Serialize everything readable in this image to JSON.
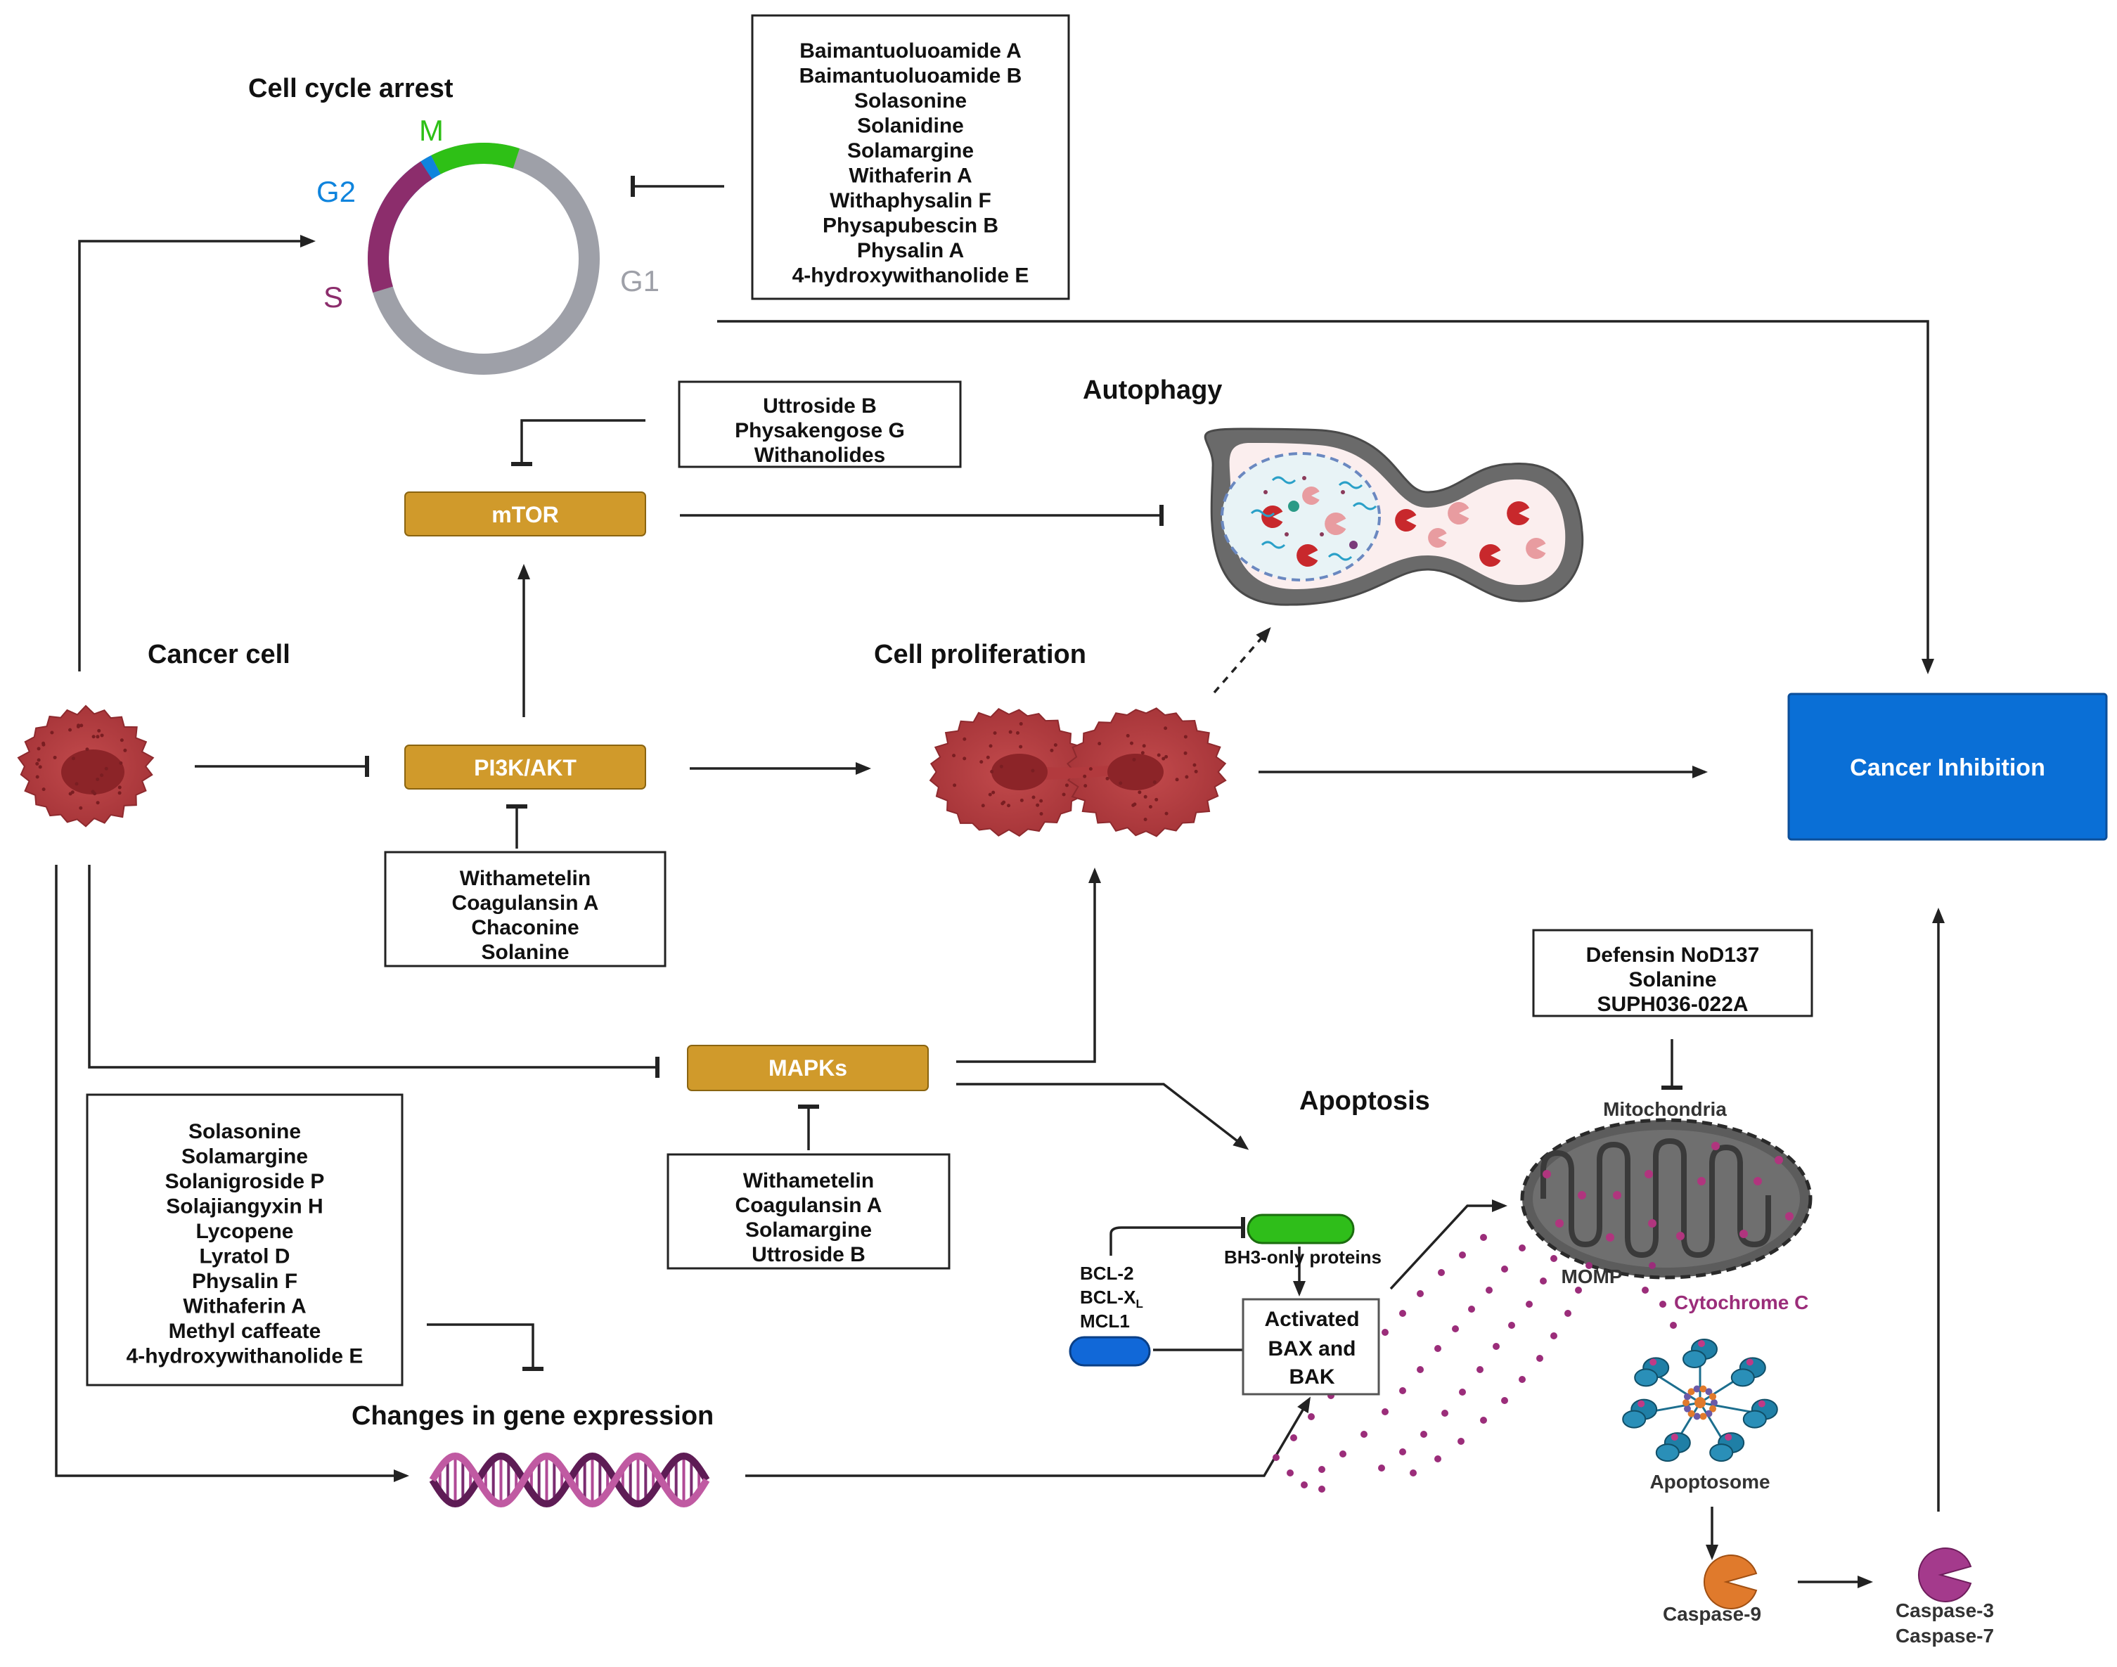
{
  "colors": {
    "pathway_box": "#d09a2b",
    "cancer_inhibition": "#0a6fd6",
    "cell": "#b4383c",
    "phase_M": "#2ec016",
    "phase_G2": "#0f84dd",
    "phase_S": "#8c2d6c",
    "phase_G1": "#9ea0a8",
    "cytochrome": "#9b2d7a",
    "caspase9": "#e07a2c",
    "caspase37": "#a43a8c",
    "bh3": "#2fbe1a",
    "bcl2": "#1168d8"
  },
  "labels": {
    "cell_cycle_arrest": "Cell cycle arrest",
    "autophagy": "Autophagy",
    "cancer_cell": "Cancer cell",
    "cell_proliferation": "Cell proliferation",
    "apoptosis": "Apoptosis",
    "gene_expression": "Changes in gene expression",
    "mitochondria": "Mitochondria",
    "momp": "MOMP",
    "cytochrome_c": "Cytochrome C",
    "apoptosome": "Apoptosome",
    "caspase9": "Caspase-9",
    "caspase3": "Caspase-3",
    "caspase7": "Caspase-7",
    "bh3_only": "BH3-only proteins",
    "bcl2": "BCL-2",
    "bclxl": "BCL-X",
    "bclxl_sub": "L",
    "mcl1": "MCL1",
    "bax_bak": [
      "Activated",
      "BAX and",
      "BAK"
    ]
  },
  "phases": {
    "M": "M",
    "G2": "G2",
    "S": "S",
    "G1": "G1"
  },
  "pathways": {
    "mtor": "mTOR",
    "pi3k": "PI3K/AKT",
    "mapks": "MAPKs"
  },
  "cancer_inhibition": "Cancer Inhibition",
  "compounds": {
    "cell_cycle": [
      "Baimantuoluoamide A",
      "Baimantuoluoamide B",
      "Solasonine",
      "Solanidine",
      "Solamargine",
      "Withaferin A",
      "Withaphysalin F",
      "Physapubescin B",
      "Physalin A",
      "4-hydroxywithanolide E"
    ],
    "mtor": [
      "Uttroside B",
      "Physakengose G",
      "Withanolides"
    ],
    "pi3k": [
      "Withametelin",
      "Coagulansin A",
      "Chaconine",
      "Solanine"
    ],
    "mapks": [
      "Withametelin",
      "Coagulansin A",
      "Solamargine",
      "Uttroside B"
    ],
    "gene": [
      "Solasonine",
      "Solamargine",
      "Solanigroside P",
      "Solajiangyxin H",
      "Lycopene",
      "Lyratol D",
      "Physalin F",
      "Withaferin A",
      "Methyl caffeate",
      "4-hydroxywithanolide E"
    ],
    "mitochondria": [
      "Defensin NoD137",
      "Solanine",
      "SUPH036-022A"
    ]
  }
}
